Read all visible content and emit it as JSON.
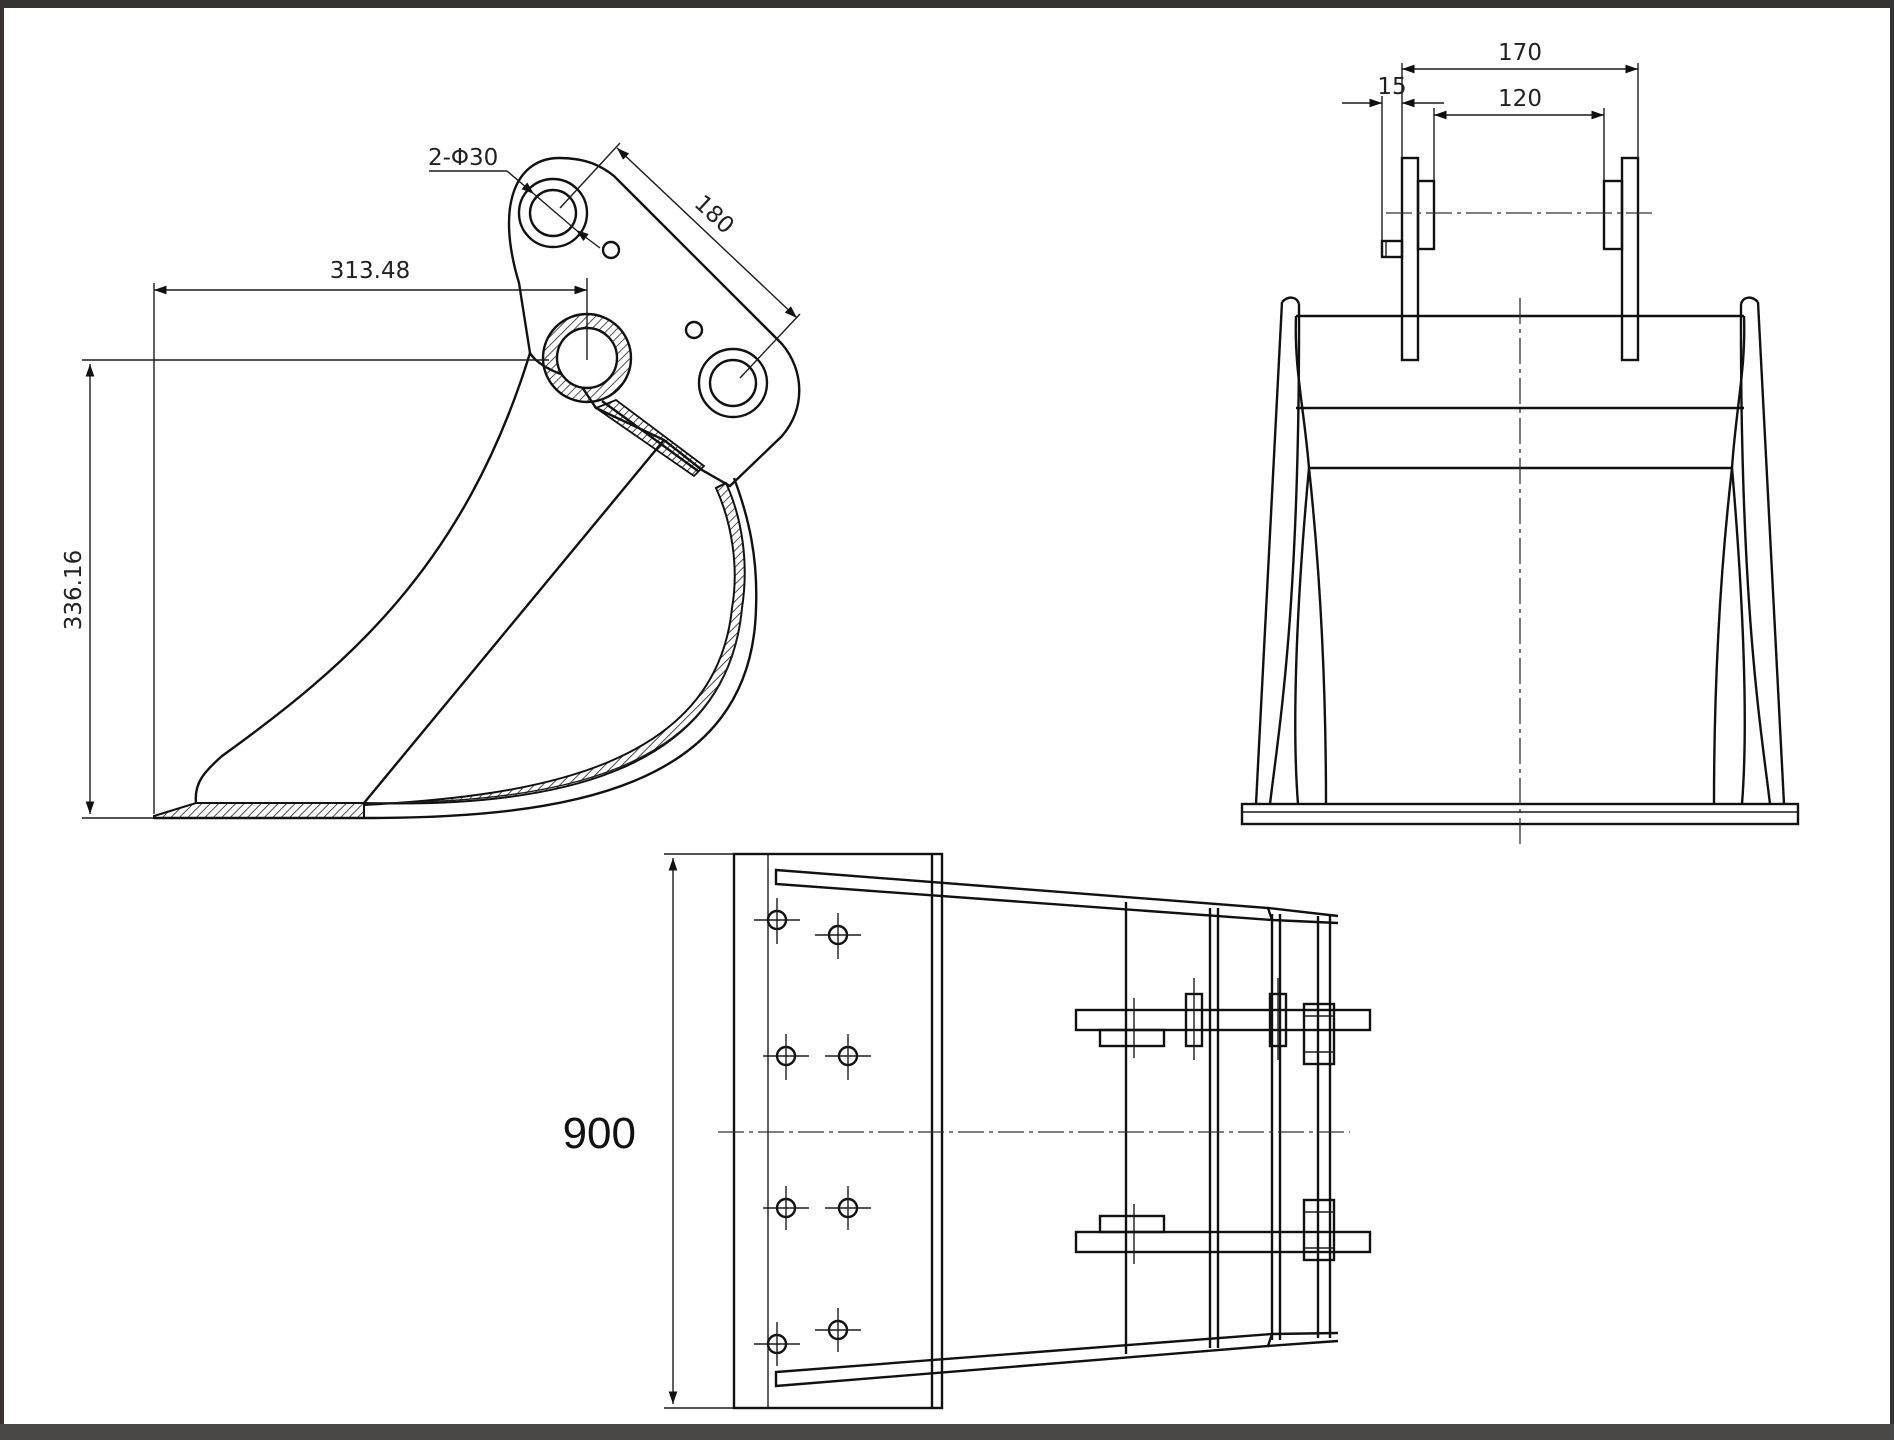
{
  "dimensions": {
    "hole_callout": "2-Φ30",
    "pin_spacing": "180",
    "reach": "313.48",
    "height": "336.16",
    "ear_span": "170",
    "ear_thickness": "15",
    "inner_span": "120",
    "width": "900"
  }
}
